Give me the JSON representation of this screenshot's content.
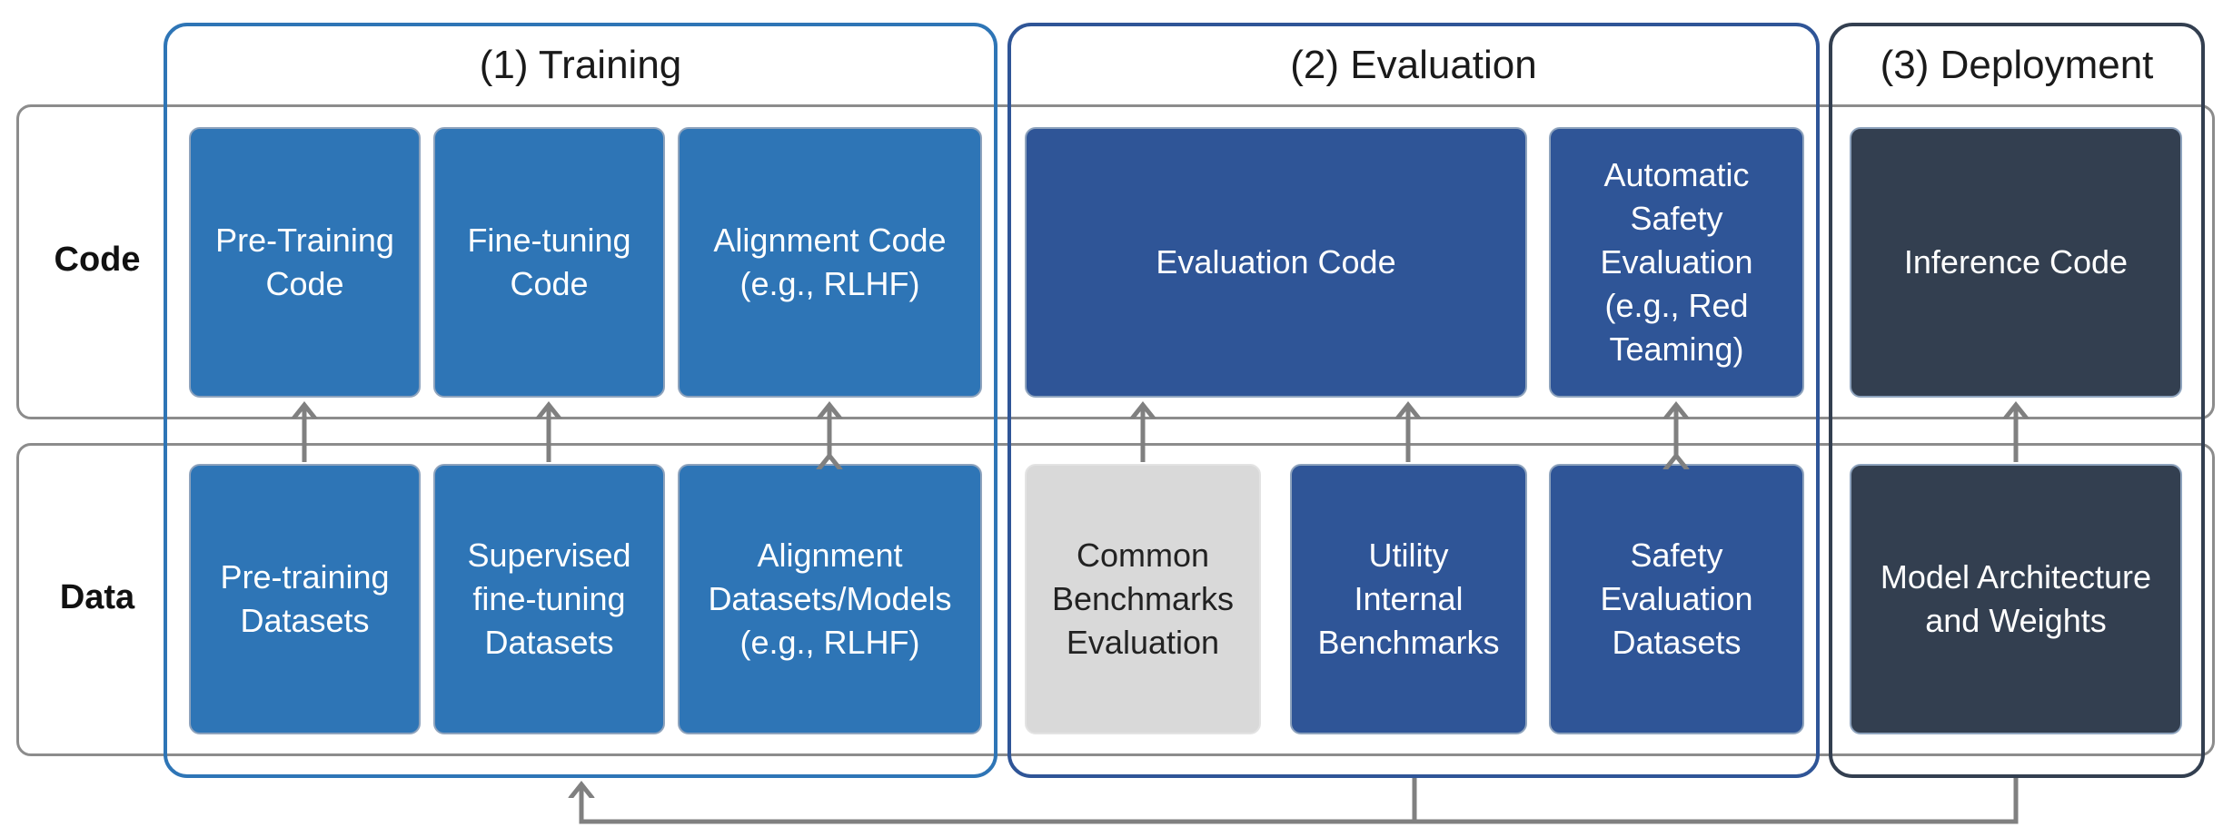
{
  "stages": {
    "training": "(1) Training",
    "evaluation": "(2) Evaluation",
    "deployment": "(3) Deployment"
  },
  "rows": {
    "code": "Code",
    "data": "Data"
  },
  "code_boxes": {
    "pretraining": "Pre-Training\nCode",
    "finetuning": "Fine-tuning\nCode",
    "alignment": "Alignment Code\n(e.g., RLHF)",
    "evaluation": "Evaluation Code",
    "safety": "Automatic\nSafety\nEvaluation\n(e.g., Red\nTeaming)",
    "inference": "Inference Code"
  },
  "data_boxes": {
    "pretraining": "Pre-training\nDatasets",
    "supervised": "Supervised\nfine-tuning\nDatasets",
    "alignment": "Alignment\nDatasets/Models\n(e.g., RLHF)",
    "common": "Common\nBenchmarks\nEvaluation",
    "utility": "Utility\nInternal\nBenchmarks",
    "safety": "Safety\nEvaluation\nDatasets",
    "model": "Model Architecture\nand Weights"
  },
  "colors": {
    "training_box": "#2e75b6",
    "evaluation_box": "#2f5597",
    "deployment_box": "#333f50",
    "external_box": "#d9d9d9",
    "training_border": "#2e75b6",
    "evaluation_border": "#2f5597",
    "deployment_border": "#333f50",
    "arrow": "#808080"
  }
}
